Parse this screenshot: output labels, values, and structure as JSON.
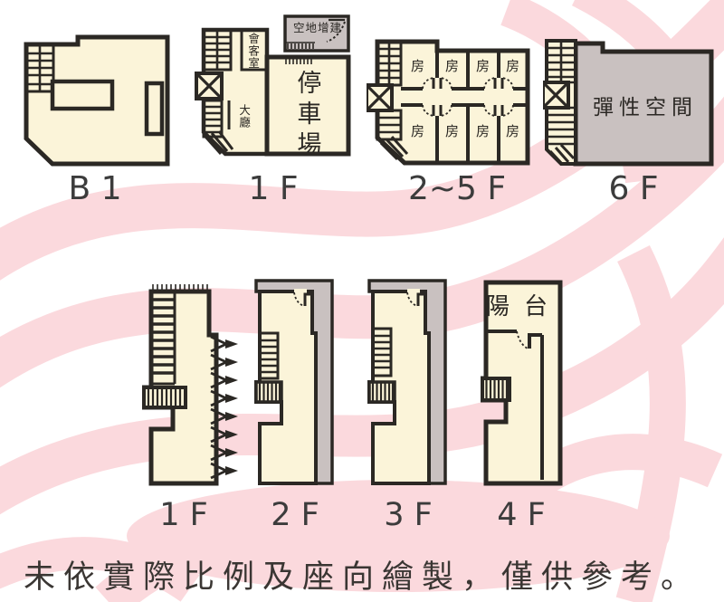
{
  "colors": {
    "cream": "#FBF4D9",
    "gray": "#C9C1C0",
    "outline": "#2B2824",
    "watermark_pink": "#FBD9DD",
    "label_text": "#3C3C3C"
  },
  "top_row": [
    {
      "label": "B 1"
    },
    {
      "label": "1 F",
      "annex_label": "空地增建",
      "reception_label": "會客室",
      "parking_label": "停車場",
      "lobby_label": "大廳"
    },
    {
      "label": "2~5 F",
      "room_label": "房"
    },
    {
      "label": "6 F",
      "space_label": "彈性空間"
    }
  ],
  "bottom_row": [
    {
      "label": "1 F"
    },
    {
      "label": "2 F"
    },
    {
      "label": "3 F"
    },
    {
      "label": "4 F",
      "balcony_label": "陽台"
    }
  ],
  "footer": {
    "note": "未依實際比例及座向繪製，僅供參考。"
  }
}
